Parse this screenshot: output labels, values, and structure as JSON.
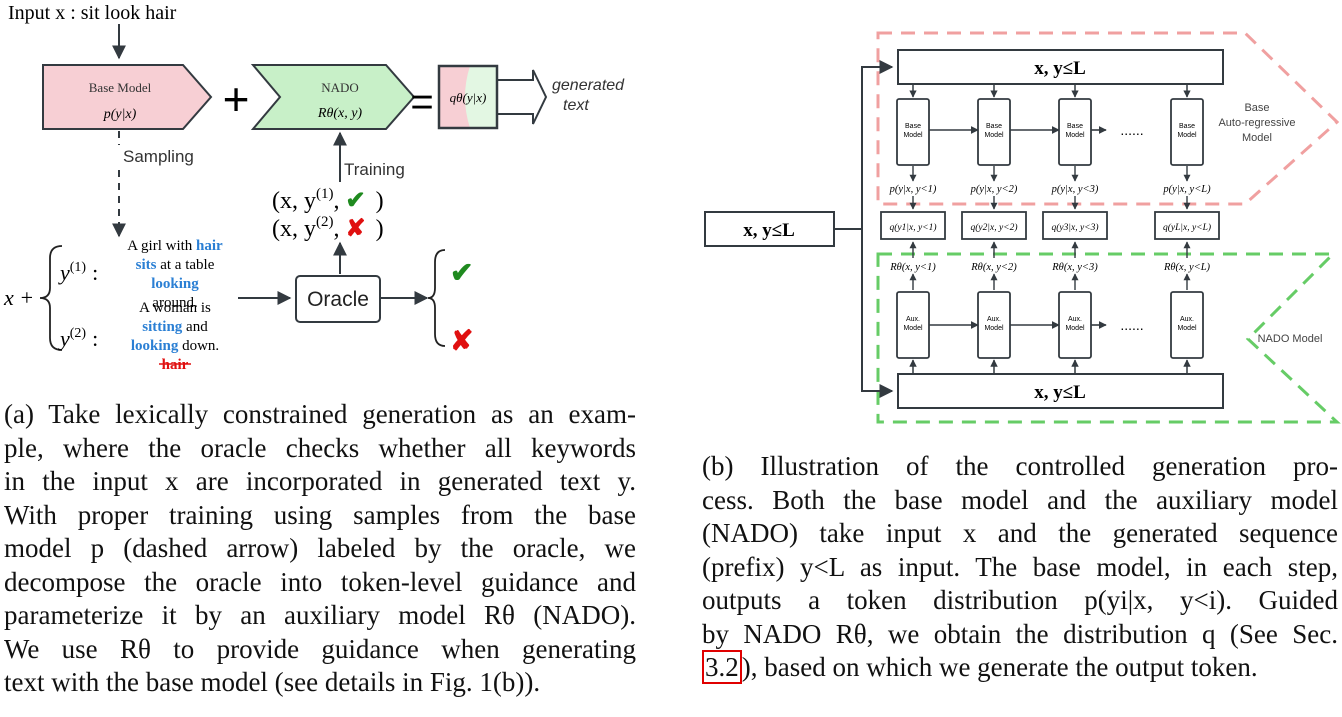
{
  "panel_a": {
    "input_label": "Input x : sit look hair",
    "base_model": {
      "title": "Base Model",
      "formula": "p(y|x)"
    },
    "plus": "+",
    "nado": {
      "title": "NADO",
      "formula": "Rθ(x, y)"
    },
    "equals": "=",
    "q_formula": "qθ(y|x)",
    "generated_text": [
      "generated",
      "text"
    ],
    "sampling_label": "Sampling",
    "training_label": "Training",
    "training_samples": [
      {
        "prefix": "(x, y",
        "sup": "(1)",
        "mark": "✔",
        "suffix": ")"
      },
      {
        "prefix": "(x, y",
        "sup": "(2)",
        "mark": "✘",
        "suffix": ")"
      }
    ],
    "x_plus": "x +",
    "samples": [
      {
        "label": "y",
        "sup": "(1)",
        "colon": ":",
        "lines": [
          [
            {
              "t": "A girl with ",
              "k": false
            },
            {
              "t": "hair",
              "k": true
            }
          ],
          [
            {
              "t": "sits",
              "k": true
            },
            {
              "t": " at a table",
              "k": false
            }
          ],
          [
            {
              "t": "looking",
              "k": true
            }
          ],
          [
            {
              "t": "around.",
              "k": false
            }
          ]
        ]
      },
      {
        "label": "y",
        "sup": "(2)",
        "colon": ":",
        "lines": [
          [
            {
              "t": "A woman is",
              "k": false
            }
          ],
          [
            {
              "t": "sitting",
              "k": true
            },
            {
              "t": " and",
              "k": false
            }
          ],
          [
            {
              "t": "looking",
              "k": true
            },
            {
              "t": " down.",
              "k": false
            }
          ]
        ],
        "missing": "hair"
      }
    ],
    "oracle_label": "Oracle",
    "results": [
      "✔",
      "✘"
    ]
  },
  "panel_b": {
    "top_seq": "x, y≤L",
    "left_seq": "x, y≤L",
    "bottom_seq": "x, y≤L",
    "base_block_label": [
      "Base",
      "Model"
    ],
    "aux_block_label": [
      "Aux.",
      "Model"
    ],
    "ellipsis": "......",
    "base_region_label": [
      "Base",
      "Auto-regressive",
      "Model"
    ],
    "nado_region_label": "NADO Model",
    "p_labels": [
      "p(y|x, y<1)",
      "p(y|x, y<2)",
      "p(y|x, y<3)",
      "p(y|x, y<L)"
    ],
    "q_labels": [
      "q(y1|x, y<1)",
      "q(y2|x, y<2)",
      "q(y3|x, y<3)",
      "q(yL|x, y<L)"
    ],
    "r_labels": [
      "Rθ(x, y<1)",
      "Rθ(x, y<2)",
      "Rθ(x, y<3)",
      "Rθ(x, y<L)"
    ]
  },
  "colors": {
    "base_fill": "#f7cfd4",
    "nado_fill": "#c8f0c8",
    "keyword_blue": "#2a7fd4",
    "check_green": "#1f8a1f",
    "cross_red": "#e01010",
    "base_region_dash": "#f0a0a0",
    "nado_region_dash": "#66cc66",
    "block_stroke": "#333a40"
  },
  "caption_a": [
    "(a) Take lexically constrained generation as an exam-",
    "ple, where the oracle checks whether all keywords",
    "in the input x are incorporated in generated text y.",
    "With proper training using samples from the base",
    "model p (dashed arrow) labeled by the oracle, we",
    "decompose the oracle into token-level guidance and",
    "parameterize it by an auxiliary model Rθ (NADO).",
    "We use Rθ to provide guidance when generating",
    "text with the base model (see details in Fig. 1(b))."
  ],
  "caption_b": [
    "(b) Illustration of the controlled generation pro-",
    "cess. Both the base model and the auxiliary model",
    "(NADO) take input x and the generated sequence",
    "(prefix) y<L as input. The base model, in each step,",
    "outputs a token distribution p(yi|x, y<i). Guided",
    "by NADO Rθ, we obtain the distribution q (See Sec."
  ],
  "caption_b_last": {
    "ref": "3.2",
    "rest": "), based on which we generate the output token."
  }
}
